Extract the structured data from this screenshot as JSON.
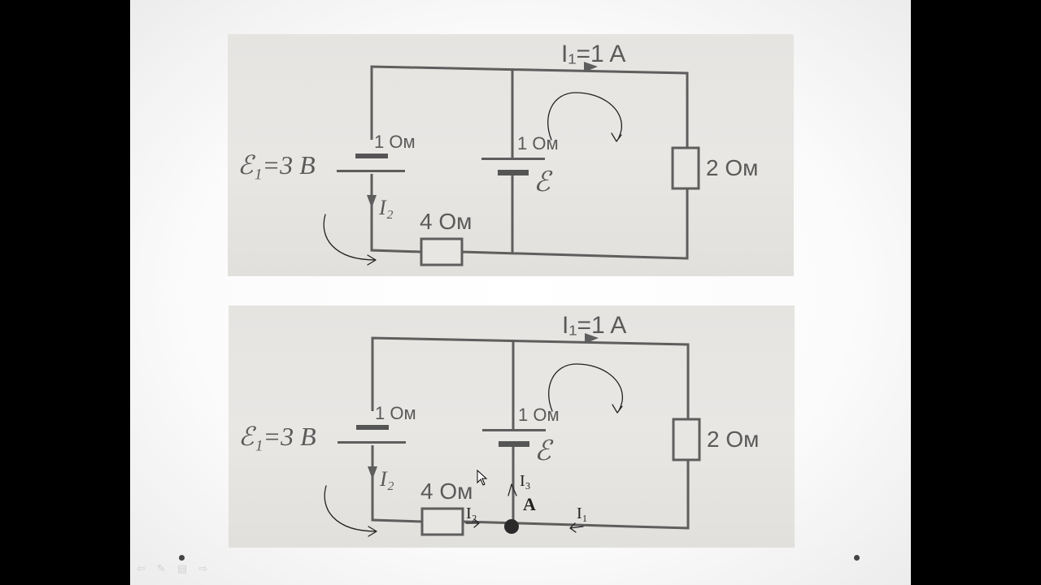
{
  "circuit": {
    "current_label": "I₁=1 A",
    "emf1_label": "ℰ₁=3 В",
    "emf_label": "ℰ",
    "r_battery1": "1 Ом",
    "r_battery2": "1 Ом",
    "r_left_resistor": "4 Ом",
    "r_right_resistor": "2 Ом",
    "current2_label": "I₂"
  },
  "annotations": {
    "i1": "I₁",
    "i2": "I₂",
    "i3": "I₃",
    "node": "A"
  },
  "nav": {
    "icons": [
      "prev-arrow-icon",
      "pen-icon",
      "menu-icon",
      "next-arrow-icon"
    ]
  }
}
